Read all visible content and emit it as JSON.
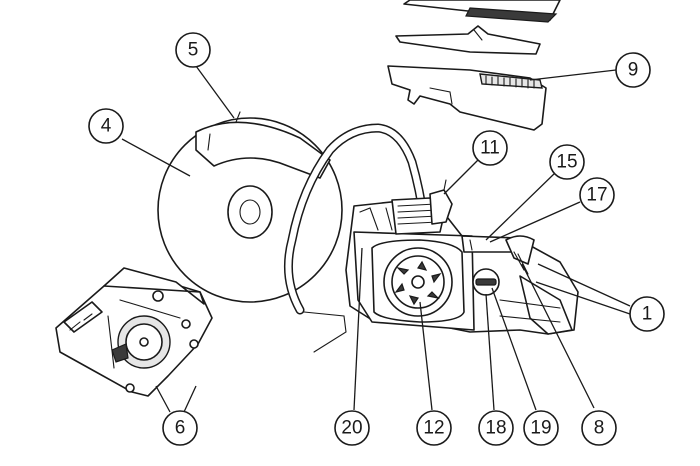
{
  "callouts": [
    {
      "id": "1",
      "label": "1"
    },
    {
      "id": "4",
      "label": "4"
    },
    {
      "id": "5",
      "label": "5"
    },
    {
      "id": "6",
      "label": "6"
    },
    {
      "id": "8",
      "label": "8"
    },
    {
      "id": "9",
      "label": "9"
    },
    {
      "id": "11",
      "label": "11"
    },
    {
      "id": "12",
      "label": "12"
    },
    {
      "id": "15",
      "label": "15"
    },
    {
      "id": "17",
      "label": "17"
    },
    {
      "id": "18",
      "label": "18"
    },
    {
      "id": "19",
      "label": "19"
    },
    {
      "id": "20",
      "label": "20"
    }
  ],
  "colors": {
    "line": "#1a1a1a",
    "background": "#ffffff",
    "shade": "#e6e6e6"
  }
}
